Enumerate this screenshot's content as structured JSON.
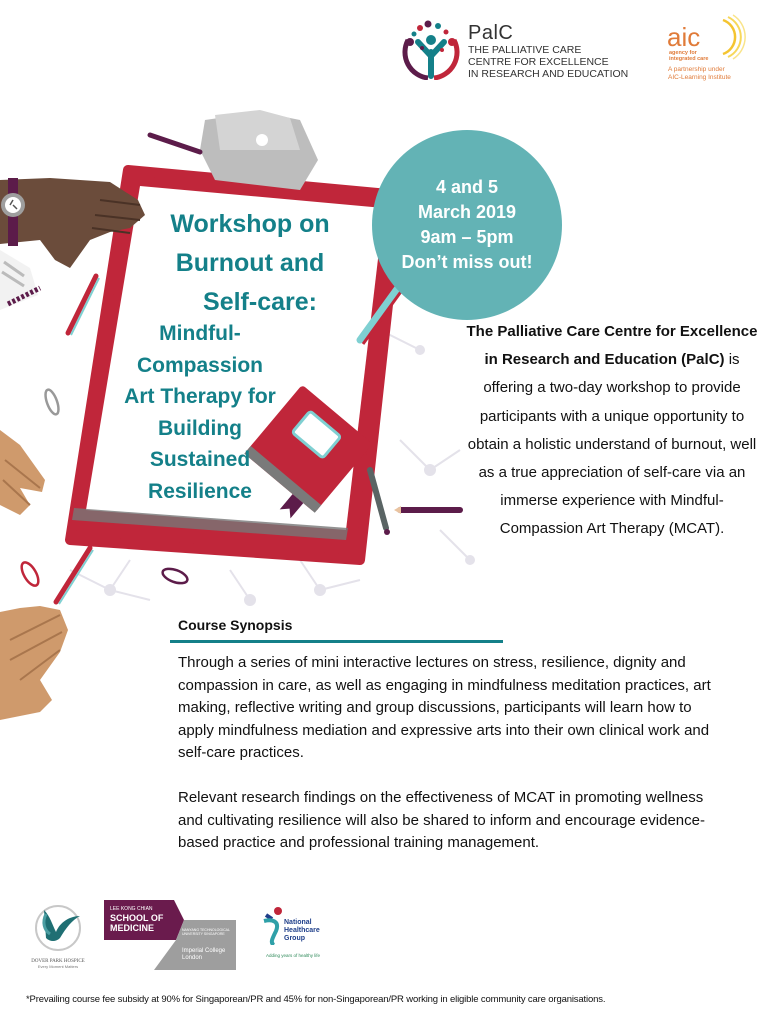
{
  "header": {
    "palc_logo": {
      "icon": "palc-tree-people-icon",
      "name": "PalC",
      "subtitle_lines": [
        "THE PALLIATIVE CARE",
        "CENTRE FOR EXCELLENCE",
        "IN RESEARCH AND EDUCATION"
      ]
    },
    "aic_logo": {
      "icon": "aic-logo-icon",
      "name": "aic",
      "tagline_lines": [
        "agency for",
        "integrated care"
      ],
      "partner_lines": [
        "A partnership under",
        "AIC-Learning Institute"
      ]
    }
  },
  "title": {
    "main_lines": [
      "Workshop on",
      "Burnout and",
      "Self-care:"
    ],
    "sub_lines": [
      "Mindful-",
      "Compassion",
      "Art Therapy for",
      "Building",
      "Sustained",
      "Resilience"
    ]
  },
  "event": {
    "lines": [
      "4 and 5",
      "March 2019",
      "9am – 5pm",
      "Don’t miss out!"
    ]
  },
  "intro": {
    "bold_lead": "The Palliative Care Centre for Excellence in Research and Education (PalC)",
    "rest": " is offering a two-day workshop to provide participants with a unique opportunity to obtain a holistic understand of burnout, well as a true appreciation of self-care via an immerse experience with Mindful-Compassion Art Therapy (MCAT)."
  },
  "synopsis": {
    "heading": "Course Synopsis",
    "paragraphs": [
      "Through a series of mini interactive lectures on stress, resilience, dignity and compassion in care, as well as engaging in mindfulness meditation practices, art making, reflective writing and group discussions, participants will learn how to apply mindfulness mediation and expressive arts into their own clinical work and self-care practices.",
      "Relevant research findings on the effectiveness of MCAT in promoting wellness and cultivating resilience will also be shared to inform and encourage evidence-based practice and professional training management."
    ]
  },
  "footer_logos": {
    "dover": {
      "icon": "dove-bird-icon",
      "name": "DOVER PARK HOSPICE",
      "tagline": "Every Moment Matters"
    },
    "lkc": {
      "line1": "LEE KONG CHIAN",
      "line2": "SCHOOL OF",
      "line3": "MEDICINE",
      "ntu": "NANYANG TECHNOLOGICAL UNIVERSITY SINGAPORE",
      "imperial1": "Imperial College",
      "imperial2": "London"
    },
    "nhg": {
      "icon": "nhg-figure-icon",
      "line1": "National",
      "line2": "Healthcare",
      "line3": "Group",
      "tagline": "Adding years of healthy life"
    }
  },
  "footnote": "*Prevailing course fee subsidy at 90% for Singaporean/PR and 45% for non-Singaporean/PR working in eligible community care organisations.",
  "colors": {
    "teal": "#148089",
    "circle": "#63b3b5",
    "clipboard_red": "#c0263a",
    "purple": "#5c1c4a",
    "aic_orange": "#e07b39"
  }
}
